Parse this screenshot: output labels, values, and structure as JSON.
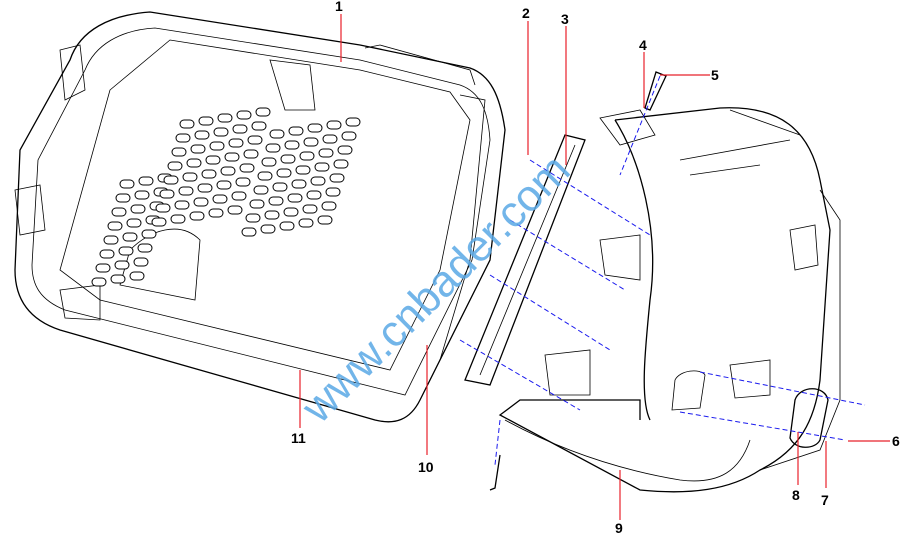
{
  "diagram": {
    "title": "Exploded parts view of side case",
    "watermark": "www.cnbader.com",
    "callouts": [
      {
        "id": "1",
        "label": "1"
      },
      {
        "id": "2",
        "label": "2"
      },
      {
        "id": "3",
        "label": "3"
      },
      {
        "id": "4",
        "label": "4"
      },
      {
        "id": "5",
        "label": "5"
      },
      {
        "id": "6",
        "label": "6"
      },
      {
        "id": "7",
        "label": "7"
      },
      {
        "id": "8",
        "label": "8"
      },
      {
        "id": "9",
        "label": "9"
      },
      {
        "id": "10",
        "label": "10"
      },
      {
        "id": "11",
        "label": "11"
      }
    ],
    "colors": {
      "leader": "#e8202a",
      "assembly_line": "#1a1aee",
      "watermark": "#5aa9e6"
    }
  }
}
